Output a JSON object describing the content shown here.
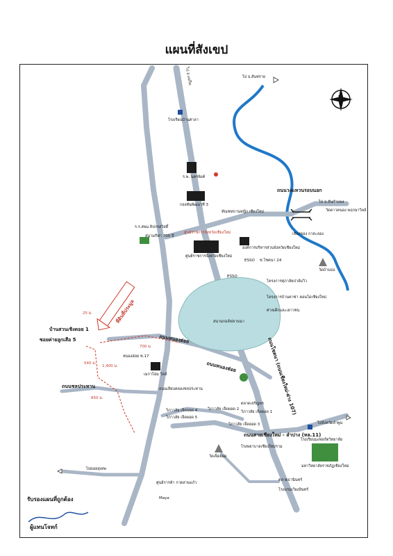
{
  "title": "แผนที่สังเขป",
  "colors": {
    "road": "#a9b6c6",
    "road_edge": "#7d8ea3",
    "river": "#1f78c8",
    "building": "#1c1c1c",
    "lake": "#b9dde0",
    "route": "#d0392b",
    "green": "#3f8f3f"
  },
  "labels": {
    "road_north": "ไป อ.แม่ริม",
    "to_sansai_top": "ไป อ.สันทราย",
    "school_banpasala": "โรงเรียนบ้านศาลา",
    "police_hosp": "ร.พ. นครพิงค์",
    "army_unit": "กองพันพัฒนาที่ 3",
    "sanambin_road": "ถนนวงแหวนรอบนอก",
    "to_sankamphaeng": "ไป อ.สันกำแพง",
    "wat_phra": "วัดดาวคนอง พฤกษาวิลล์",
    "sport_school": "ร.ร.สพม.ลิปกรสวิสดิ์",
    "stadium_700": "สนามกีฬา 700 ปี",
    "women_prison": "ทัณฑสถานหญิง เชียงใหม่",
    "govt_center_red": "ศูนย์ราชการจังหวัดเชียงใหม่",
    "govt_center": "ศูนย์ราชการจังหวัดเชียงใหม่",
    "provincial_admin": "องค์การบริหารส่วนจังหวัดเชียงใหม่",
    "esso_top": "ESSO",
    "soi_24": "ซ.โชตนา 24",
    "ban_bong": "เชียงของ กาสะลอง",
    "wat_ban_pong": "วัดบ้านปง",
    "esso_mid": "ESSO",
    "housing_1": "โครงการศุภาลัยปาล์มวิว",
    "housing_2": "โครงการบ้านคาซ่า คอนโดเชียงใหม่",
    "dept_ed": "ศาลเด็กและเยาวชน",
    "lake_name": "สนามกอล์ฟลานนา",
    "ban_suan_cherng_doi": "บ้านสวนเชิงดอย 1",
    "soi_kai_look_suea": "ซอยค่ายลูกเสือ 5",
    "dist_25": "25 ม.",
    "dist_540": "540 ม.",
    "dist_1400": "1,400 ม.",
    "dist_700": "700 ม.",
    "dist_850": "850 ม.",
    "land_site": "ที่ดินที่ประมูล",
    "nong_hoi_soi17": "หนองฮ่อย ซ.17",
    "makro": "เมกาโฮม วิลล์",
    "road_nong_hoi": "ถนนหนองฮ่อย",
    "road_nong_hoi_2": "ถนนหนองฮ่อย",
    "road_irrigation": "ถนนชลประทาน",
    "canal_road": "ถนนเลียบคลองชลประทาน",
    "chotana_road": "ถนนโชตนา (ถนนเชียงใหม่-ฝาง 107)",
    "market_charoen": "ตลาดเจริญพร",
    "village_3": "วิภาวลัย เจ็ดยอด 3",
    "village_4": "วิภาวลัย เจ็ดยอด 4",
    "village_5": "วิภาวลัย เจ็ดยอด 5",
    "village_2": "วิภาวลัย เจ็ดยอด 2",
    "village_1": "วิภาวลัย เจ็ดยอด 1",
    "highway_11": "ถนนสายเชียงใหม่ - ลำปาง (ทล.11)",
    "to_lamphun": "ไปจังหวัดลำพูน",
    "school_montfort": "โรงเรียนมงฟอร์ตวิทยาลัย",
    "nakornping_hosp": "โรงพยาบาลเชียงใหม่ราม",
    "wat_jed_yod": "วัดเจ็ดยอด",
    "maya": "Maya",
    "central": "ศูนย์การค้า กาดสวนแก้ว",
    "rajabhat": "มหาวิทยาลัยราชภัฏเชียงใหม่",
    "market_thanin": "ตลาดธานินทร์",
    "hotel": "โรงแรมเวียงอินทร์",
    "to_chom_thong": "ไปดอยสุเทพ",
    "approval": "รับรองแผนที่ถูกต้อง",
    "signatory": "ผู้แทนโจทก์",
    "compass_n": "N"
  }
}
